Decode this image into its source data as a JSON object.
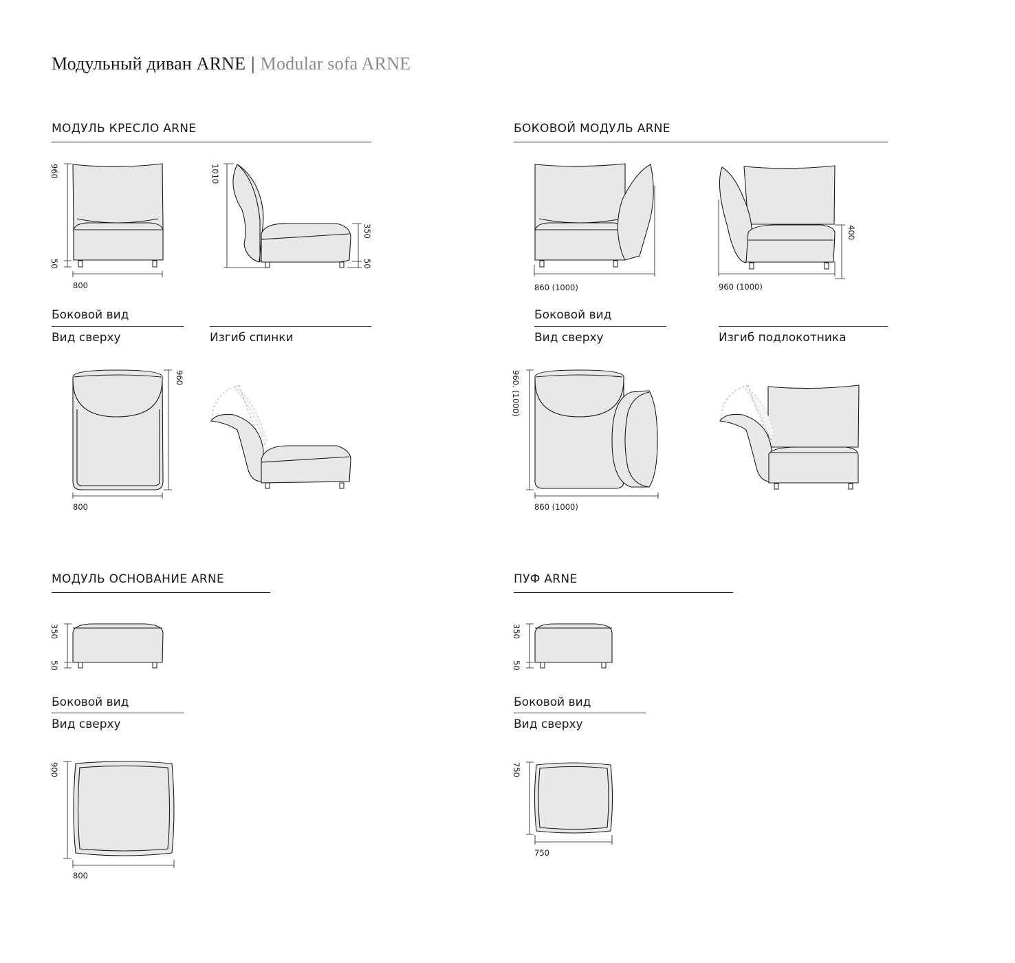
{
  "header": {
    "title_ru": "Модульный диван ARNE",
    "separator": "|",
    "title_en": "Modular sofa ARNE"
  },
  "sections": {
    "armchair": {
      "title": "МОДУЛЬ КРЕСЛО ARNE",
      "side_view": "Боковой вид",
      "top_view": "Вид сверху",
      "back_bend": "Изгиб спинки",
      "dims": {
        "front_height": "960",
        "front_leg": "50",
        "front_width": "800",
        "side_height": "1010",
        "side_seat": "350",
        "side_leg": "50",
        "top_depth": "960",
        "top_width": "800"
      }
    },
    "side_module": {
      "title": "БОКОВОЙ МОДУЛЬ ARNE",
      "side_view": "Боковой вид",
      "top_view": "Вид сверху",
      "arm_bend": "Изгиб подлокотника",
      "dims": {
        "front_width": "860 (1000)",
        "side_width": "960 (1000)",
        "side_seat": "400",
        "top_depth": "960. (1000)",
        "top_width": "860 (1000)"
      }
    },
    "base": {
      "title": "МОДУЛЬ ОСНОВАНИЕ ARNE",
      "side_view": "Боковой вид",
      "top_view": "Вид сверху",
      "dims": {
        "height": "350",
        "leg": "50",
        "top_depth": "900",
        "top_width": "800"
      }
    },
    "pouf": {
      "title": "ПУФ ARNE",
      "side_view": "Боковой вид",
      "top_view": "Вид сверху",
      "dims": {
        "height": "350",
        "leg": "50",
        "top_depth": "750",
        "top_width": "750"
      }
    }
  }
}
